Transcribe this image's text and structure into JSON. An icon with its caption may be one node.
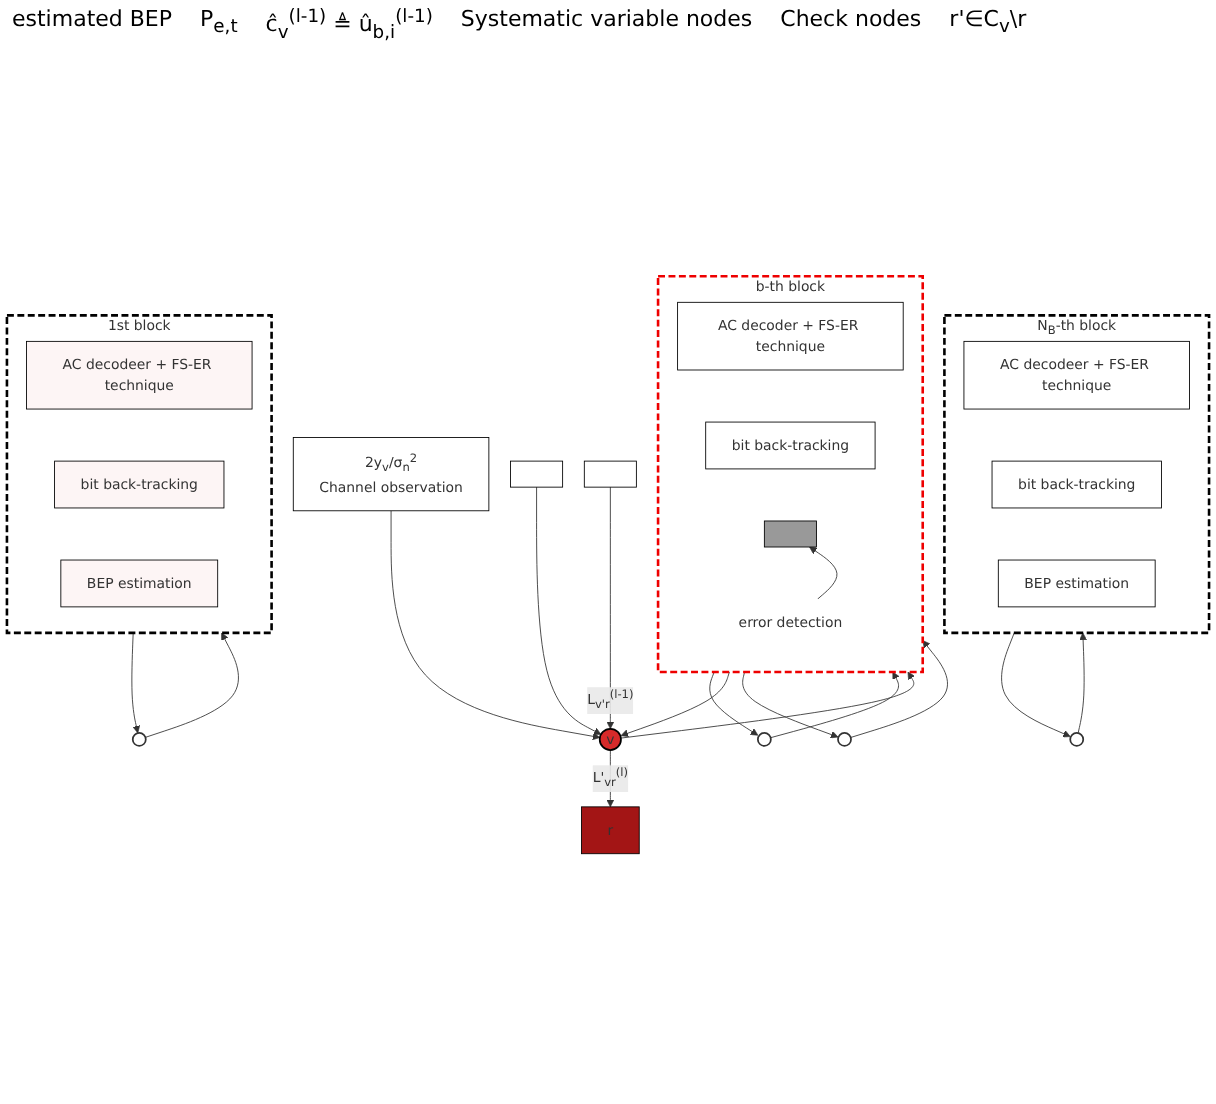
{
  "diagram": {
    "nodes": [
      {
        "text": [
          "1st block"
        ]
      },
      {
        "text": [
          "AC decodeer + FS-ER technique"
        ],
        "in": 0
      },
      {
        "text": [
          "bit back-tracking"
        ],
        "in": 0
      },
      {
        "text": [
          "BEP estimation"
        ],
        "in": 0
      },
      {
        "text": [
          "b-th block"
        ]
      },
      {
        "text": [
          "AC decoder + FS-ER technique"
        ],
        "in": 4
      },
      {
        "text": [
          "bit back-tracking"
        ],
        "in": 4
      },
      {
        "text": [],
        "shape": "bar",
        "in": 4
      },
      {
        "text": [
          "error detection"
        ],
        "in": 4
      },
      {
        "text": [
          "N$_{B}$-th block"
        ]
      },
      {
        "text": [
          "AC decodeer + FS-ER technique"
        ],
        "in": 9
      },
      {
        "text": [
          "bit back-tracking"
        ],
        "in": 9
      },
      {
        "text": [
          "BEP estimation"
        ],
        "in": 9
      },
      {
        "text": [],
        "shape": "circle"
      },
      {
        "text": [],
        "shape": "circle"
      },
      {
        "text": [
          "v"
        ]
      },
      {
        "text": [],
        "shape": "circle"
      },
      {
        "text": [],
        "shape": "circle"
      },
      {
        "text": [
          "2y$_{v}$/σ$_{n}$$^{2}$",
          "Channel observation"
        ]
      },
      {
        "text": [
          "r"
        ]
      },
      {
        "text": [],
        "shape": "box"
      },
      {
        "text": [],
        "shape": "box"
      }
    ],
    "edges": [
      {
        "from": 8,
        "to": 7,
        "arrow": "to"
      },
      {
        "from": 0,
        "to": 13,
        "arrow": "to"
      },
      {
        "from": 13,
        "to": 0,
        "arrow": "to"
      },
      {
        "from": 4,
        "to": 14,
        "arrow": "to"
      },
      {
        "from": 14,
        "to": 4,
        "arrow": "to"
      },
      {
        "from": 4,
        "to": 15,
        "arrow": "to"
      },
      {
        "from": 15,
        "to": 4,
        "arrow": "to"
      },
      {
        "from": 4,
        "to": 16,
        "arrow": "to"
      },
      {
        "from": 16,
        "to": 4,
        "arrow": "to"
      },
      {
        "from": 9,
        "to": 17,
        "arrow": "to"
      },
      {
        "from": 17,
        "to": 9,
        "arrow": "to"
      },
      {
        "from": 18,
        "to": 15,
        "arrow": "to"
      },
      {
        "from": 15,
        "to": 19,
        "arrow": "to",
        "label": "L'$_{vr}$$^{(l)}$"
      },
      {
        "from": 20,
        "to": 15,
        "arrow": "to"
      },
      {
        "from": 21,
        "to": 15,
        "arrow": "to",
        "label": "L$_{v'r}$$^{(l-1)}$"
      }
    ],
    "labels": [
      "estimated BEP",
      "P$_{e,t}$",
      "ĉ$_{v}$$^{(l-1)}$ ≜ û$_{b,i}$$^{(l-1)}$",
      "Systematic variable nodes",
      "Check nodes",
      "r'∈C$_{v}$\\r"
    ]
  }
}
